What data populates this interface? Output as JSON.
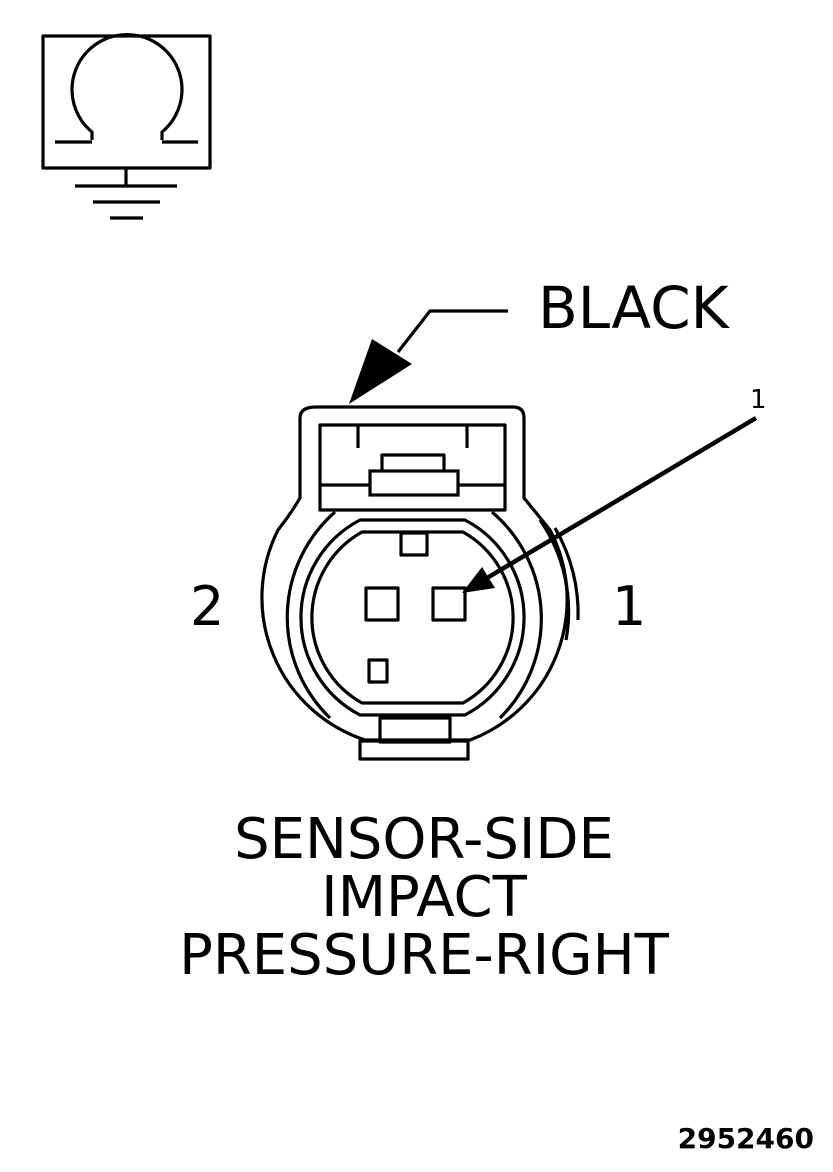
{
  "color_label": "BLACK",
  "callout_number": "1",
  "pins": {
    "left_label": "2",
    "right_label": "1"
  },
  "title_lines": [
    "SENSOR-SIDE",
    "IMPACT",
    "PRESSURE-RIGHT"
  ],
  "figure_id": "2952460",
  "icons": {
    "meter_symbol": "ohm-meter-ground-icon"
  },
  "colors": {
    "ink": "#000000",
    "background": "#ffffff"
  }
}
